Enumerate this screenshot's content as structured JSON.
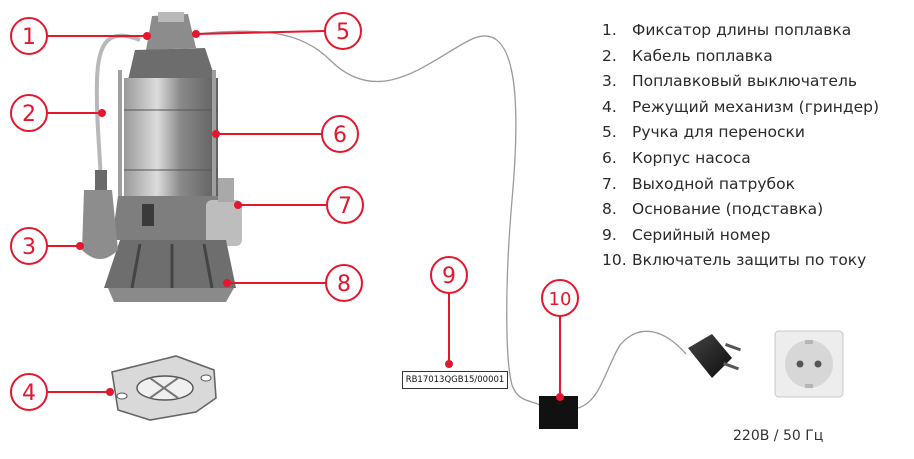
{
  "accent_color": "#e3172d",
  "callouts": [
    {
      "num": "1"
    },
    {
      "num": "2"
    },
    {
      "num": "3"
    },
    {
      "num": "4"
    },
    {
      "num": "5"
    },
    {
      "num": "6"
    },
    {
      "num": "7"
    },
    {
      "num": "8"
    },
    {
      "num": "9"
    },
    {
      "num": "10"
    }
  ],
  "legend": [
    {
      "num": "1.",
      "text": "Фиксатор длины поплавка"
    },
    {
      "num": "2.",
      "text": "Кабель поплавка"
    },
    {
      "num": "3.",
      "text": "Поплавковый выключатель"
    },
    {
      "num": "4.",
      "text": "Режущий механизм (гриндер)"
    },
    {
      "num": "5.",
      "text": "Ручка для переноски"
    },
    {
      "num": "6.",
      "text": "Корпус насоса"
    },
    {
      "num": "7.",
      "text": "Выходной патрубок"
    },
    {
      "num": "8.",
      "text": "Основание (подставка)"
    },
    {
      "num": "9.",
      "text": "Серийный номер"
    },
    {
      "num": "10.",
      "text": "Включатель защиты по току"
    }
  ],
  "serial_number": "RB17013QGB15/00001",
  "power_label": "220В / 50 Гц"
}
